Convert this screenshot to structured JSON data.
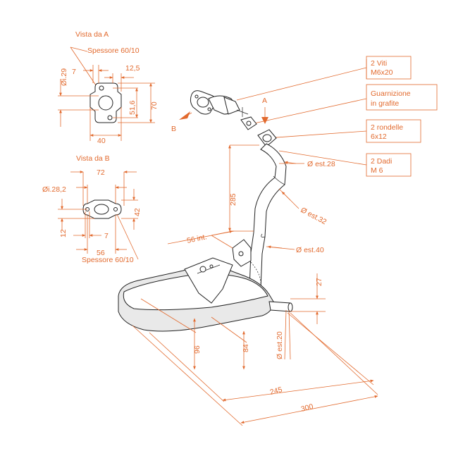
{
  "colors": {
    "annotation": "#e26a2e",
    "line": "#222222",
    "shade": "#e9e9e9"
  },
  "view_a": {
    "title": "Vista da A",
    "thickness": "Spessore 60/10",
    "dims": {
      "hole_small": "7",
      "inner_diameter": "Øi.29",
      "width_top": "12,5",
      "height_inner": "51,6",
      "height_total": "70",
      "width_bottom": "40"
    }
  },
  "view_b": {
    "title": "Vista da B",
    "thickness": "Spessore 60/10",
    "dims": {
      "width_total": "72",
      "inner_diameter": "Øi.28,2",
      "height": "42",
      "offset_left": "12",
      "hole": "7",
      "width_inner": "56"
    }
  },
  "callouts": {
    "screws": {
      "line1": "2 Viti",
      "line2": "M6x20"
    },
    "gasket": {
      "line1": "Guarnizione",
      "line2": "in grafite"
    },
    "washers": {
      "line1": "2 rondelle",
      "line2": "6x12"
    },
    "nuts": {
      "line1": "2 Dadi",
      "line2": "M 6"
    }
  },
  "arrows": {
    "a": "A",
    "b": "B"
  },
  "main_dims": {
    "pipe_28": "Ø est.28",
    "pipe_32": "Ø est.32",
    "pipe_40": "Ø est.40",
    "height_285": "285",
    "int_56": "56 int.",
    "tail_27": "27",
    "tail_20": "Ø est.20",
    "body_96": "96",
    "body_84": "84",
    "len_245": "245",
    "len_300": "300"
  }
}
